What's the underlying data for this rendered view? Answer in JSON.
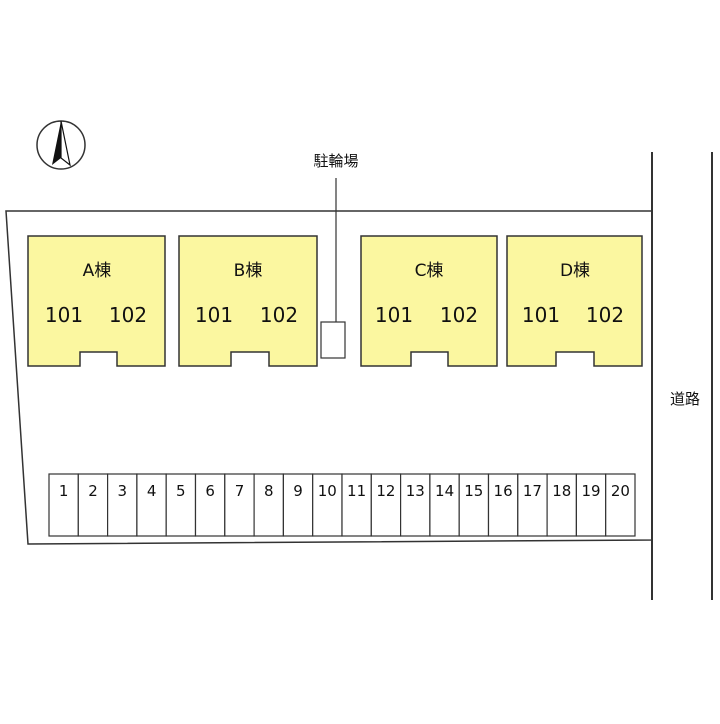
{
  "compass": {
    "icon": "north-arrow-icon"
  },
  "bicycle_parking": {
    "label": "駐輪場"
  },
  "road": {
    "label": "道路"
  },
  "buildings": [
    {
      "name": "A棟",
      "units": [
        "101",
        "102"
      ]
    },
    {
      "name": "B棟",
      "units": [
        "101",
        "102"
      ]
    },
    {
      "name": "C棟",
      "units": [
        "101",
        "102"
      ]
    },
    {
      "name": "D棟",
      "units": [
        "101",
        "102"
      ]
    }
  ],
  "parking_slots": [
    "1",
    "2",
    "3",
    "4",
    "5",
    "6",
    "7",
    "8",
    "9",
    "10",
    "11",
    "12",
    "13",
    "14",
    "15",
    "16",
    "17",
    "18",
    "19",
    "20"
  ],
  "colors": {
    "building_fill": "#fbf7a0",
    "line": "#333333"
  }
}
